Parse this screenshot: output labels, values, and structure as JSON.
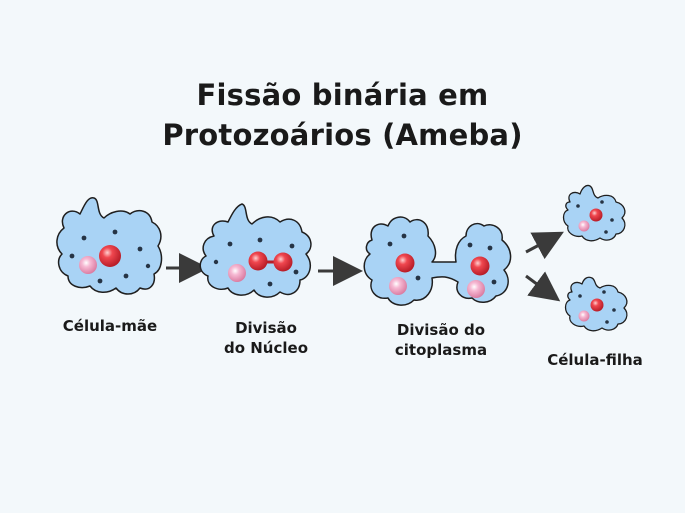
{
  "title": {
    "line1": "Fissão binária em",
    "line2": "Protozoários (Ameba)"
  },
  "stages": [
    {
      "label_line1": "Célula-mãe",
      "label_line2": ""
    },
    {
      "label_line1": "Divisão",
      "label_line2": "do Núcleo"
    },
    {
      "label_line1": "Divisão do",
      "label_line2": "citoplasma"
    },
    {
      "label_line1": "Célula-filha",
      "label_line2": ""
    }
  ],
  "colors": {
    "cytoplasm": "#a9d3f5",
    "outline": "#1f1f1f",
    "nucleus": "#e4343f",
    "vacuole": "#f2a7c8",
    "granule": "#263445",
    "arrow": "#3a3a3a",
    "background": "#f3f8fb"
  }
}
